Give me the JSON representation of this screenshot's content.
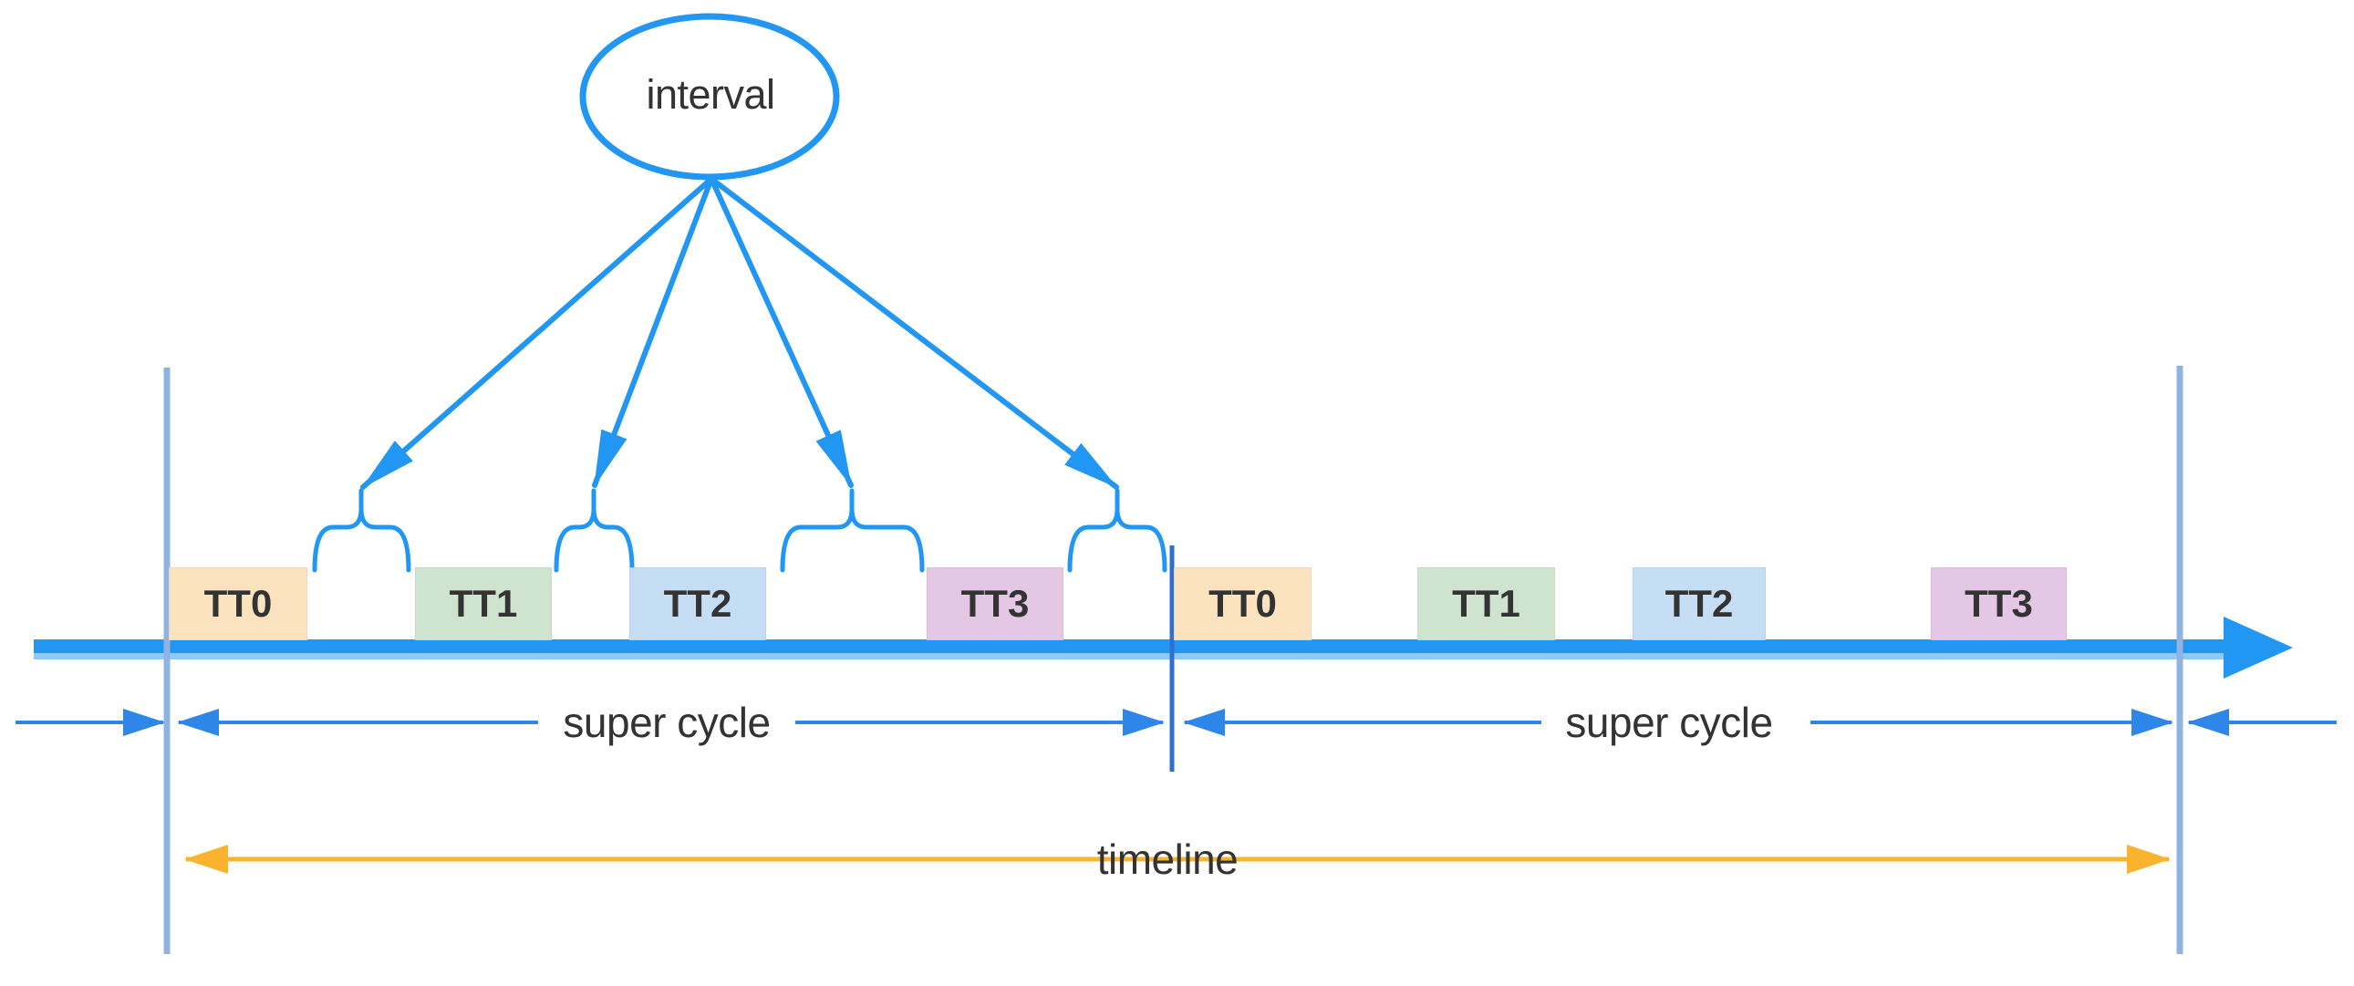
{
  "bubble": {
    "label": "interval"
  },
  "cycles": [
    {
      "label": "super cycle",
      "slots": [
        {
          "label": "TT0",
          "fill": "#FBE3C0"
        },
        {
          "label": "TT1",
          "fill": "#CFE4CF"
        },
        {
          "label": "TT2",
          "fill": "#C5DEF3"
        },
        {
          "label": "TT3",
          "fill": "#E4C7E4"
        }
      ]
    },
    {
      "label": "super cycle",
      "slots": [
        {
          "label": "TT0",
          "fill": "#FBE3C0"
        },
        {
          "label": "TT1",
          "fill": "#CFE4CF"
        },
        {
          "label": "TT2",
          "fill": "#C5DEF3"
        },
        {
          "label": "TT3",
          "fill": "#E4C7E4"
        }
      ]
    }
  ],
  "timeline": {
    "label": "timeline"
  },
  "colors": {
    "primary_blue": "#2196F3",
    "dimension_blue": "#2E86E9",
    "boundary_line_outer": "#8FB3E3",
    "boundary_line_middle": "#2F6FD0",
    "timeline_underline": "#8FC9F8",
    "timeline_orange": "#F9B32F",
    "text": "#333333"
  }
}
